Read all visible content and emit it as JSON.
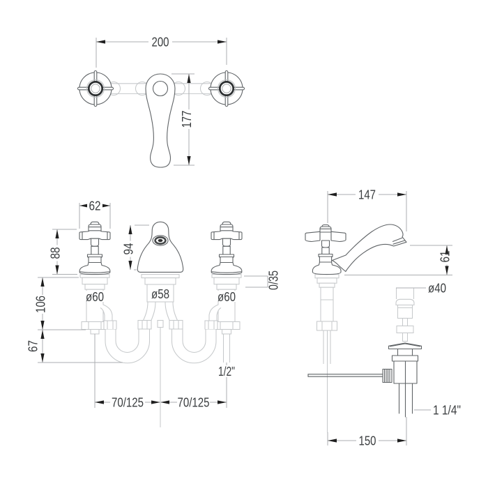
{
  "labels": {
    "top": {
      "width": "200",
      "height": "177"
    },
    "front": {
      "handle_width": "62",
      "handle_height": "88",
      "spout_height": "94",
      "shank_depth": "106",
      "tail_drop": "67",
      "left_valve_dia": "ø60",
      "spout_dia": "ø58",
      "right_valve_dia": "ø60",
      "deck_range": "0/35",
      "supply_thread": "1/2\"",
      "left_spacing": "70/125",
      "right_spacing": "70/125"
    },
    "side": {
      "spout_reach": "147",
      "spout_height": "61",
      "plug_dia": "ø40",
      "waste_thread": "1 1/4\"",
      "rod_reach": "150"
    }
  }
}
